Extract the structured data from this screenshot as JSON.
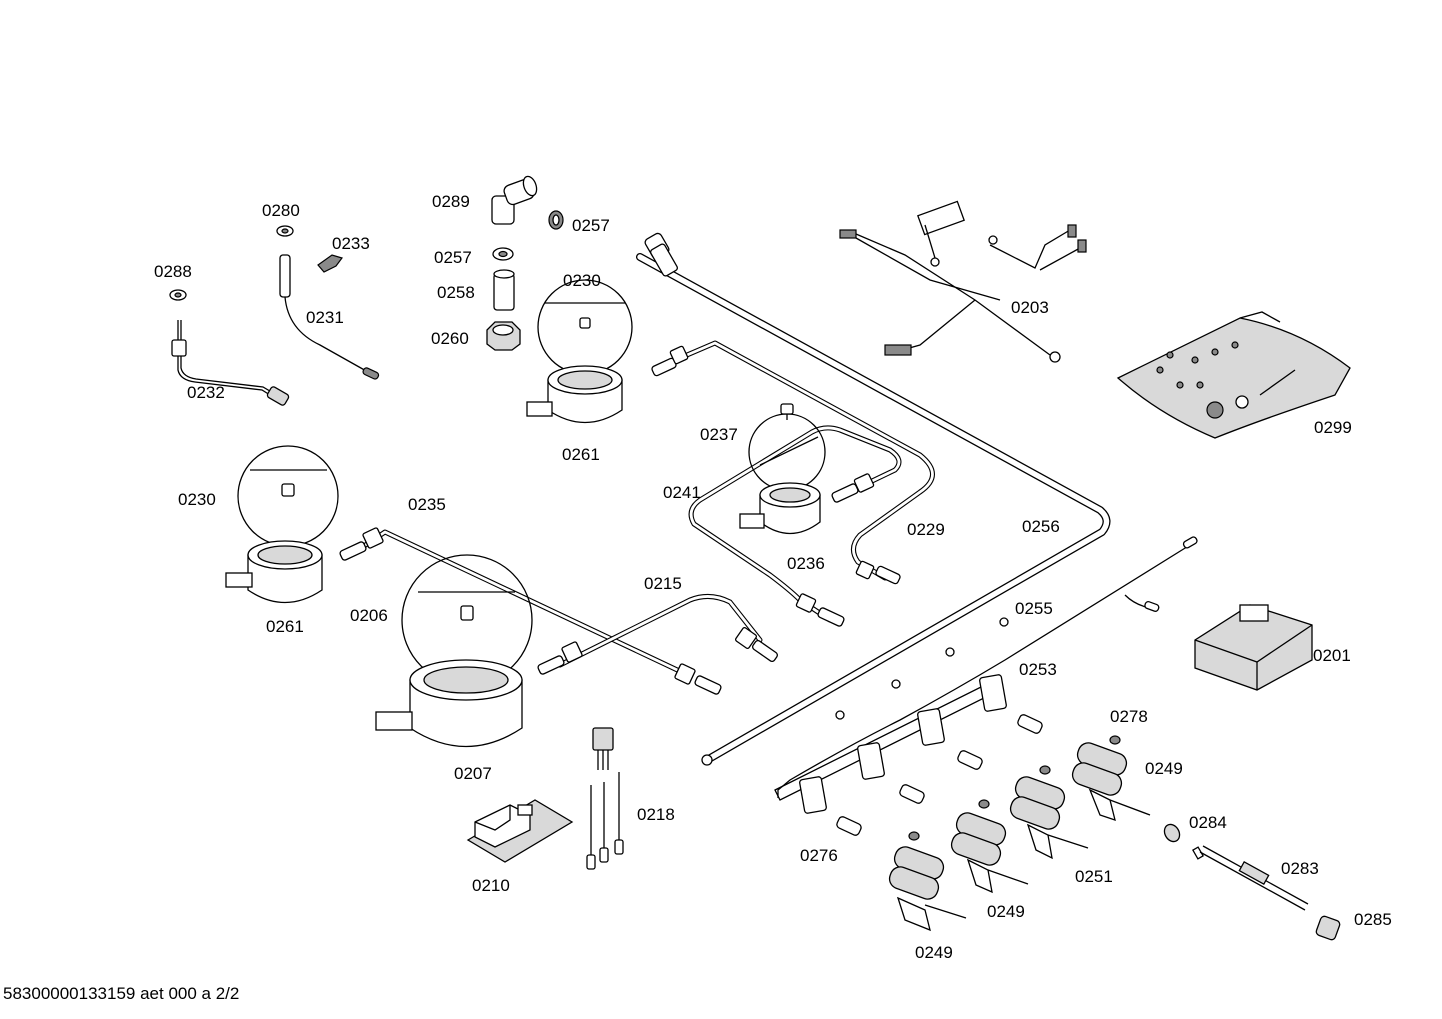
{
  "labels": {
    "l0280": "0280",
    "l0233": "0233",
    "l0288": "0288",
    "l0231": "0231",
    "l0232": "0232",
    "l0289": "0289",
    "l0257a": "0257",
    "l0257b": "0257",
    "l0258": "0258",
    "l0260": "0260",
    "l0230a": "0230",
    "l0261a": "0261",
    "l0203": "0203",
    "l0299": "0299",
    "l0237": "0237",
    "l0241": "0241",
    "l0229": "0229",
    "l0256": "0256",
    "l0236": "0236",
    "l0230b": "0230",
    "l0235": "0235",
    "l0261b": "0261",
    "l0215": "0215",
    "l0206": "0206",
    "l0207": "0207",
    "l0255": "0255",
    "l0201": "0201",
    "l0253": "0253",
    "l0278": "0278",
    "l0249a": "0249",
    "l0218": "0218",
    "l0276": "0276",
    "l0284": "0284",
    "l0251": "0251",
    "l0283": "0283",
    "l0249b": "0249",
    "l0210": "0210",
    "l0285": "0285",
    "l0249c": "0249"
  },
  "footer": "58300000133159 aet 000 a 2/2"
}
